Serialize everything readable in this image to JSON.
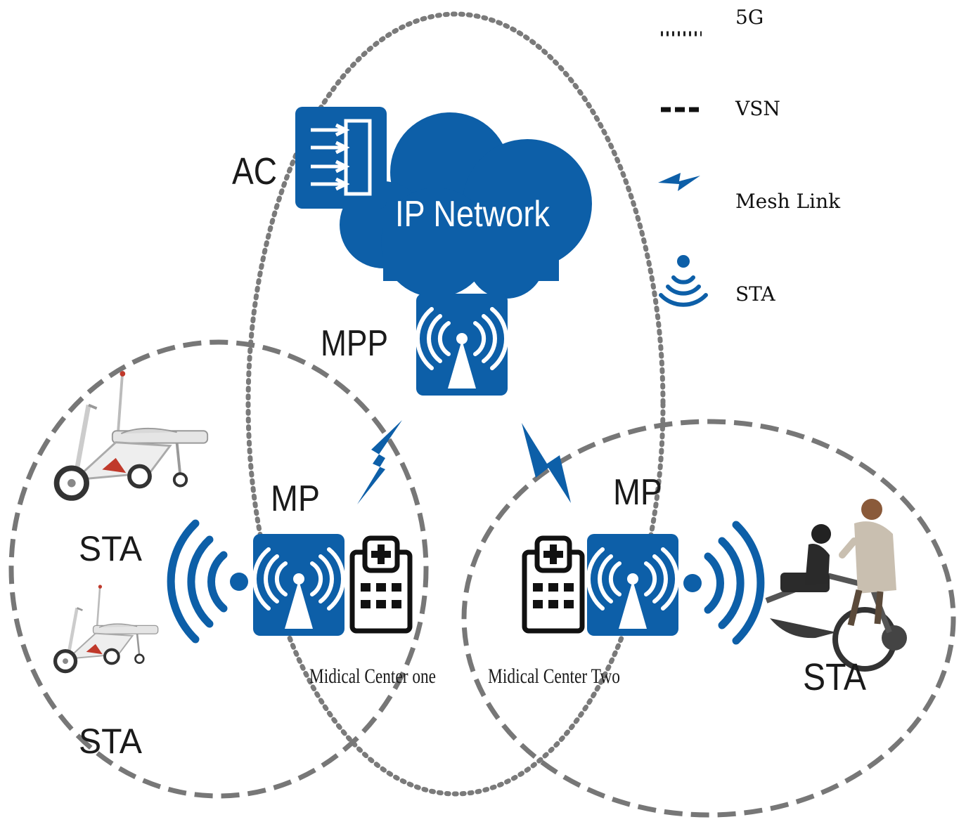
{
  "labels": {
    "ac": "AC",
    "ip_network": "IP Network",
    "mpp": "MPP",
    "mp_left": "MP",
    "mp_right": "MP",
    "sta_top_left": "STA",
    "sta_bottom_left": "STA",
    "sta_right": "STA",
    "medical_center_one": "Midical Center one",
    "medical_center_two": "Midical Center Two"
  },
  "legend": {
    "items": [
      {
        "symbol": "dotted-line",
        "label": "5G"
      },
      {
        "symbol": "dashed-line",
        "label": "VSN"
      },
      {
        "symbol": "lightning-icon",
        "label": "Mesh Link"
      },
      {
        "symbol": "wifi-signal-icon",
        "label": "STA"
      }
    ]
  },
  "colors": {
    "brand_blue": "#0d5fa8",
    "ellipse_gray": "#777777",
    "text": "#1a1a1a"
  }
}
